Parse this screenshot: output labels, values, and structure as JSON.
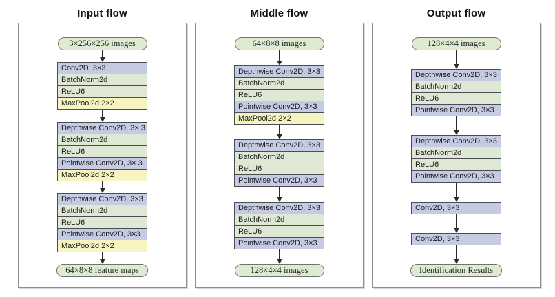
{
  "diagram": {
    "colors": {
      "conv_row": "#c5cbe3",
      "norm_row": "#dfe8d4",
      "pool_row": "#f6f5c2",
      "terminal_fill": "#dfead3"
    },
    "panels": [
      {
        "title": "Input flow",
        "nodes": [
          {
            "kind": "terminal",
            "label": "3×256×256 images"
          },
          {
            "kind": "block",
            "rows": [
              {
                "label": "Conv2D, 3×3",
                "color": "conv_row"
              },
              {
                "label": "BatchNorm2d",
                "color": "norm_row"
              },
              {
                "label": "ReLU6",
                "color": "norm_row"
              },
              {
                "label": "MaxPool2d 2×2",
                "color": "pool_row"
              }
            ]
          },
          {
            "kind": "block",
            "rows": [
              {
                "label": "Depthwise Conv2D, 3× 3",
                "color": "conv_row"
              },
              {
                "label": "BatchNorm2d",
                "color": "norm_row"
              },
              {
                "label": "ReLU6",
                "color": "norm_row"
              },
              {
                "label": "Pointwise Conv2D, 3× 3",
                "color": "conv_row"
              },
              {
                "label": "MaxPool2d 2×2",
                "color": "pool_row"
              }
            ]
          },
          {
            "kind": "block",
            "rows": [
              {
                "label": "Depthwise Conv2D, 3×3",
                "color": "conv_row"
              },
              {
                "label": "BatchNorm2d",
                "color": "norm_row"
              },
              {
                "label": "ReLU6",
                "color": "norm_row"
              },
              {
                "label": "Pointwise Conv2D, 3×3",
                "color": "conv_row"
              },
              {
                "label": "MaxPool2d 2×2",
                "color": "pool_row"
              }
            ]
          },
          {
            "kind": "terminal",
            "label": "64×8×8 feature maps"
          }
        ]
      },
      {
        "title": "Middle flow",
        "nodes": [
          {
            "kind": "terminal",
            "label": "64×8×8 images"
          },
          {
            "kind": "block",
            "rows": [
              {
                "label": "Depthwise Conv2D, 3×3",
                "color": "conv_row"
              },
              {
                "label": "BatchNorm2d",
                "color": "norm_row"
              },
              {
                "label": "ReLU6",
                "color": "norm_row"
              },
              {
                "label": "Pointwise Conv2D, 3×3",
                "color": "conv_row"
              },
              {
                "label": "MaxPool2d 2×2",
                "color": "pool_row"
              }
            ]
          },
          {
            "kind": "block",
            "rows": [
              {
                "label": "Depthwise Conv2D, 3×3",
                "color": "conv_row"
              },
              {
                "label": "BatchNorm2d",
                "color": "norm_row"
              },
              {
                "label": "ReLU6",
                "color": "norm_row"
              },
              {
                "label": "Pointwise Conv2D, 3×3",
                "color": "conv_row"
              }
            ]
          },
          {
            "kind": "block",
            "rows": [
              {
                "label": "Depthwise Conv2D, 3×3",
                "color": "conv_row"
              },
              {
                "label": "BatchNorm2d",
                "color": "norm_row"
              },
              {
                "label": "ReLU6",
                "color": "norm_row"
              },
              {
                "label": "Pointwise Conv2D, 3×3",
                "color": "conv_row"
              }
            ]
          },
          {
            "kind": "terminal",
            "label": "128×4×4 images"
          }
        ]
      },
      {
        "title": "Output flow",
        "nodes": [
          {
            "kind": "terminal",
            "label": "128×4×4 images"
          },
          {
            "kind": "block",
            "rows": [
              {
                "label": "Depthwise Conv2D, 3×3",
                "color": "conv_row"
              },
              {
                "label": "BatchNorm2d",
                "color": "norm_row"
              },
              {
                "label": "ReLU6",
                "color": "norm_row"
              },
              {
                "label": "Pointwise Conv2D, 3×3",
                "color": "conv_row"
              }
            ]
          },
          {
            "kind": "block",
            "rows": [
              {
                "label": "Depthwise Conv2D, 3×3",
                "color": "conv_row"
              },
              {
                "label": "BatchNorm2d",
                "color": "norm_row"
              },
              {
                "label": "ReLU6",
                "color": "norm_row"
              },
              {
                "label": "Pointwise Conv2D, 3×3",
                "color": "conv_row"
              }
            ]
          },
          {
            "kind": "block",
            "rows": [
              {
                "label": "Conv2D, 3×3",
                "color": "conv_row"
              }
            ]
          },
          {
            "kind": "block",
            "rows": [
              {
                "label": "Conv2D, 3×3",
                "color": "conv_row"
              }
            ]
          },
          {
            "kind": "terminal",
            "label": "Identification Results"
          }
        ]
      }
    ]
  }
}
